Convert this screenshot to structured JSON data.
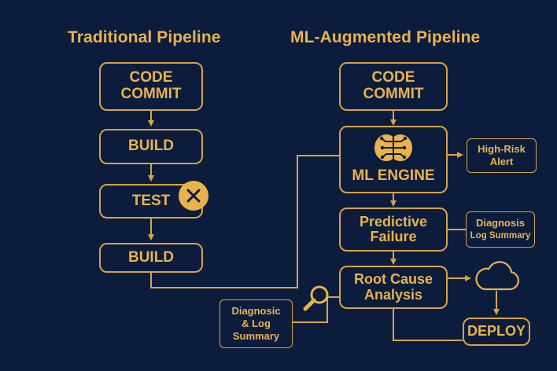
{
  "titles": {
    "traditional": "Traditional Pipeline",
    "ml": "ML-Augmented Pipeline"
  },
  "traditional": {
    "commit": [
      "CODE",
      "COMMIT"
    ],
    "build1": "BUILD",
    "test": "TEST",
    "build2": "BUILD"
  },
  "ml": {
    "commit": [
      "CODE",
      "COMMIT"
    ],
    "engine": "ML ENGINE",
    "predictive": [
      "Predictive",
      "Failure"
    ],
    "root_cause": [
      "Root Cause",
      "Analysis"
    ],
    "deploy": "DEPLOY"
  },
  "side": {
    "high_risk": [
      "High-Risk",
      "Alert"
    ],
    "diagnosis": [
      "Diagnosis",
      "Log Summary"
    ],
    "diagnosic": [
      "Diagnosic",
      "& Log",
      "Summary"
    ]
  },
  "icons": {
    "fail": "close-x-icon",
    "brain": "brain-circuit-icon",
    "search": "magnifier-icon",
    "cloud": "cloud-icon"
  },
  "colors": {
    "background": "#0c1c3d",
    "accent": "#e9b34b",
    "stroke": "#d9a441"
  }
}
